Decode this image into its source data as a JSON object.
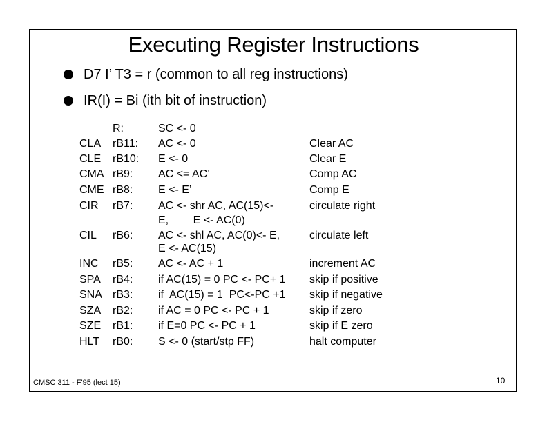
{
  "slide": {
    "title": "Executing Register Instructions",
    "bullets": [
      "D7 I’ T3 = r (common to all reg instructions)",
      "IR(I) = Bi (ith bit of instruction)"
    ],
    "rows": [
      {
        "mnemonic": "",
        "cond": "R:",
        "op": "SC <- 0",
        "desc": ""
      },
      {
        "mnemonic": "CLA",
        "cond": "rB11:",
        "op": "AC <- 0",
        "desc": "Clear AC"
      },
      {
        "mnemonic": "CLE",
        "cond": "rB10:",
        "op": "E <- 0",
        "desc": "Clear E"
      },
      {
        "mnemonic": "CMA",
        "cond": "rB9:",
        "op": "AC <= AC’",
        "desc": "Comp AC"
      },
      {
        "mnemonic": "CME",
        "cond": "rB8:",
        "op": "E <- E’",
        "desc": "Comp  E"
      },
      {
        "mnemonic": "CIR",
        "cond": "rB7:",
        "op": "AC <- shr AC, AC(15)<-",
        "desc": "circulate right"
      },
      {
        "mnemonic": "",
        "cond": "",
        "op": "E,        E <- AC(0)",
        "desc": ""
      },
      {
        "mnemonic": "CIL",
        "cond": "rB6:",
        "op": "AC <- shl AC, AC(0)<- E,",
        "desc": "circulate left"
      },
      {
        "mnemonic": "",
        "cond": "",
        "op": "E <- AC(15)",
        "desc": ""
      },
      {
        "mnemonic": "INC",
        "cond": "rB5:",
        "op": "AC <- AC + 1",
        "desc": "increment AC"
      },
      {
        "mnemonic": "SPA",
        "cond": "rB4:",
        "op": "if AC(15) = 0 PC <- PC+ 1",
        "desc": "skip if positive"
      },
      {
        "mnemonic": "SNA",
        "cond": "rB3:",
        "op": "if  AC(15) = 1  PC<-PC +1",
        "desc": "skip if negative"
      },
      {
        "mnemonic": "SZA",
        "cond": "rB2:",
        "op": "if AC = 0 PC <- PC + 1",
        "desc": "skip if zero"
      },
      {
        "mnemonic": "SZE",
        "cond": "rB1:",
        "op": "if E=0 PC <- PC + 1",
        "desc": "skip if E zero"
      },
      {
        "mnemonic": "HLT",
        "cond": "rB0:",
        "op": "S <- 0 (start/stp FF)",
        "desc": "halt computer"
      }
    ],
    "footer": "CMSC 311 - F'95 (lect 15)",
    "page_number": "10"
  }
}
